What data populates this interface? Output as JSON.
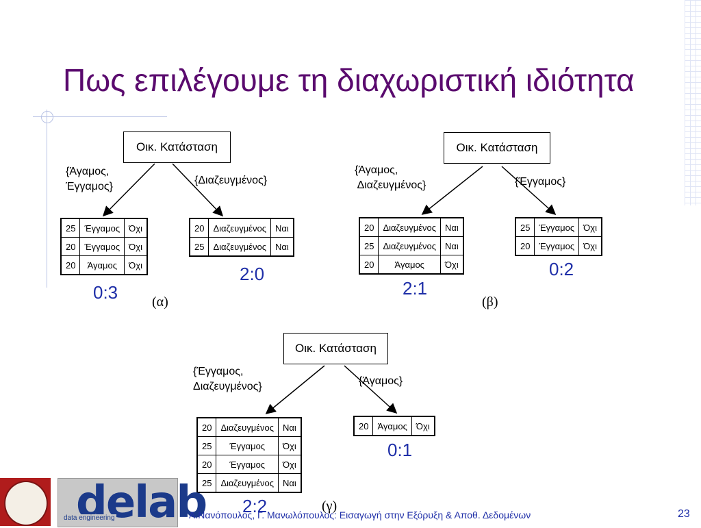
{
  "slide": {
    "title": "Πως επιλέγουμε τη διαχωριστική ιδιότητα",
    "footer": "Α.Νανόπουλος, Γ. Μανωλόπουλος: Εισαγωγή στην Εξόρυξη & Αποθ. Δεδομένων",
    "page_number": "23",
    "logo_big": "delab",
    "logo_small": "data engineering"
  },
  "trees": {
    "a": {
      "node": "Οικ. Κατάσταση",
      "left_branch": "{Άγαμος,\nΈγγαμος}",
      "right_branch": "{Διαζευγμένος}",
      "left_table": [
        [
          "25",
          "Έγγαμος",
          "Όχι"
        ],
        [
          "20",
          "Έγγαμος",
          "Όχι"
        ],
        [
          "20",
          "Άγαμος",
          "Όχι"
        ]
      ],
      "right_table": [
        [
          "20",
          "Διαζευγμένος",
          "Ναι"
        ],
        [
          "25",
          "Διαζευγμένος",
          "Ναι"
        ]
      ],
      "left_ratio": "0:3",
      "right_ratio": "2:0",
      "label": "(α)"
    },
    "b": {
      "node": "Οικ. Κατάσταση",
      "left_branch": "{Άγαμος,\n Διαζευγμένος}",
      "right_branch": "{Έγγαμος}",
      "left_table": [
        [
          "20",
          "Διαζευγμένος",
          "Ναι"
        ],
        [
          "25",
          "Διαζευγμένος",
          "Ναι"
        ],
        [
          "20",
          "Άγαμος",
          "Όχι"
        ]
      ],
      "right_table": [
        [
          "25",
          "Έγγαμος",
          "Όχι"
        ],
        [
          "20",
          "Έγγαμος",
          "Όχι"
        ]
      ],
      "left_ratio": "2:1",
      "right_ratio": "0:2",
      "label": "(β)"
    },
    "c": {
      "node": "Οικ. Κατάσταση",
      "left_branch": "{Έγγαμος,\nΔιαζευγμένος}",
      "right_branch": "{Άγαμος}",
      "left_table": [
        [
          "20",
          "Διαζευγμένος",
          "Ναι"
        ],
        [
          "25",
          "Έγγαμος",
          "Όχι"
        ],
        [
          "20",
          "Έγγαμος",
          "Όχι"
        ],
        [
          "25",
          "Διαζευγμένος",
          "Ναι"
        ]
      ],
      "right_table": [
        [
          "20",
          "Άγαμος",
          "Όχι"
        ]
      ],
      "left_ratio": "2:2",
      "right_ratio": "0:1",
      "label": "(γ)"
    }
  }
}
